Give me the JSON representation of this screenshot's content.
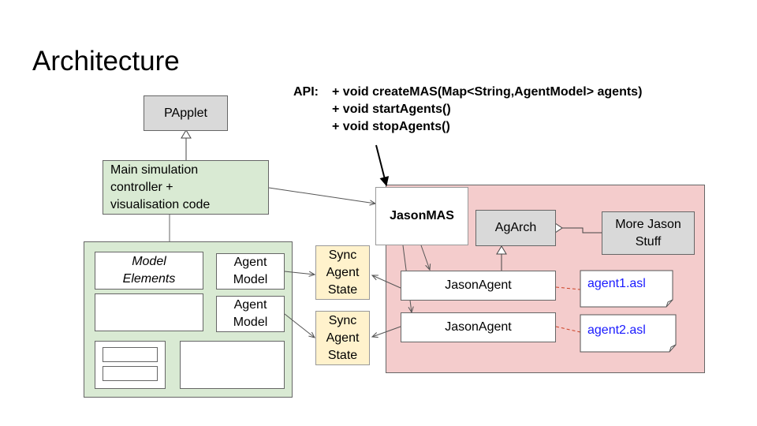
{
  "slide": {
    "title": "Architecture",
    "api": {
      "label": "API:",
      "methods": [
        "+ void createMAS(Map<String,AgentModel> agents)",
        "+ void startAgents()",
        "+ void stopAgents()"
      ]
    }
  },
  "diagram": {
    "papplet": "PApplet",
    "main_sim_lines": [
      "Main simulation",
      "controller +",
      "visualisation code"
    ],
    "model_elements_lines": [
      "Model",
      "Elements"
    ],
    "agent_model_1_lines": [
      "Agent",
      "Model"
    ],
    "agent_model_2_lines": [
      "Agent",
      "Model"
    ],
    "sync_1_lines": [
      "Sync",
      "Agent",
      "State"
    ],
    "sync_2_lines": [
      "Sync",
      "Agent",
      "State"
    ],
    "jason_mas": "JasonMAS",
    "agarch": "AgArch",
    "more_jason_lines": [
      "More Jason",
      "Stuff"
    ],
    "jason_agent_1": "JasonAgent",
    "jason_agent_2": "JasonAgent",
    "agent1_file": "agent1.asl",
    "agent2_file": "agent2.asl"
  },
  "colors": {
    "green_fill": "#d9ead3",
    "pink_fill": "#f4cccc",
    "gray_fill": "#d9d9d9",
    "yellow_fill": "#fff2cc",
    "file_text": "#1a1aff",
    "dashed_line": "#cc4125"
  }
}
